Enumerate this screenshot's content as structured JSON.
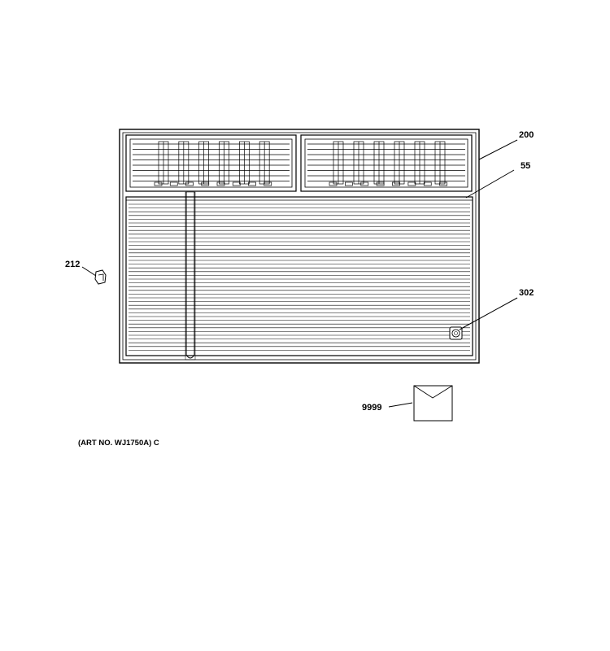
{
  "callouts": {
    "front_frame": "200",
    "filter": "55",
    "screw": "212",
    "logo_badge": "302",
    "manual": "9999"
  },
  "art_number": "(ART NO. WJ1750A) C"
}
